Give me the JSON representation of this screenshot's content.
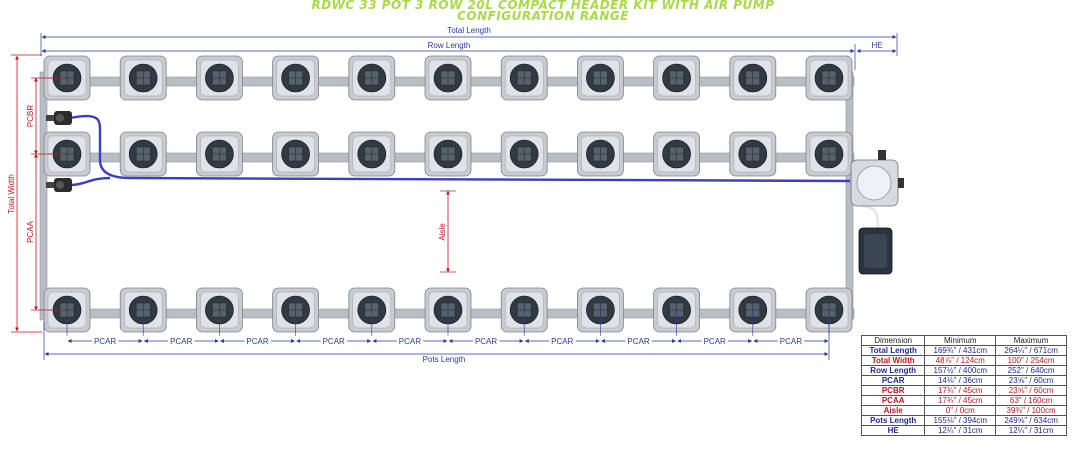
{
  "title": {
    "line1": "RDWC 33 POT 3 ROW 20L COMPACT HEADER KIT WITH AIR PUMP",
    "line2": "CONFIGURATION RANGE"
  },
  "labels": {
    "total_length": "Total Length",
    "row_length": "Row Length",
    "he": "HE",
    "pcbr": "PCBR",
    "total_width": "Total Width",
    "pcaa": "PCAA",
    "aisle": "Aisle",
    "pcar": "PCAR",
    "pots_length": "Pots Length"
  },
  "layout": {
    "rows": 3,
    "pots_per_row": 11,
    "pcar_count": 10
  },
  "colors": {
    "title": "#a8d94a",
    "dimension_line": "#2a3a9c",
    "width_dimension": "#c0171e",
    "tube": "#3a3fbf",
    "pipe": "#b9bec4",
    "pot_body": "#c8ccd2",
    "pot_lid": "#2f3a44"
  },
  "table": {
    "headers": [
      "Dimension",
      "Minimum",
      "Maximum"
    ],
    "rows": [
      {
        "name": "Total Length",
        "min": "169¾\" / 431cm",
        "max": "264¼\" / 671cm",
        "color": "#1f2b8f"
      },
      {
        "name": "Total Width",
        "min": "48⅞\" / 124cm",
        "max": "100\" / 254cm",
        "color": "#c0171e"
      },
      {
        "name": "Row Length",
        "min": "157½\" / 400cm",
        "max": "252\" / 640cm",
        "color": "#1f2b8f"
      },
      {
        "name": "PCAR",
        "min": "14⅛\" / 36cm",
        "max": "23⅝\" / 60cm",
        "color": "#1f2b8f"
      },
      {
        "name": "PCBR",
        "min": "17¾\" / 45cm",
        "max": "23⅝\" / 60cm",
        "color": "#c0171e"
      },
      {
        "name": "PCAA",
        "min": "17¾\" / 45cm",
        "max": "63\" / 160cm",
        "color": "#c0171e"
      },
      {
        "name": "Aisle",
        "min": "0\" / 0cm",
        "max": "39⅜\" / 100cm",
        "color": "#c0171e"
      },
      {
        "name": "Pots Length",
        "min": "155⅛\" / 394cm",
        "max": "249⅝\" / 634cm",
        "color": "#1f2b8f"
      },
      {
        "name": "HE",
        "min": "12¼\" / 31cm",
        "max": "12¼\" / 31cm",
        "color": "#1f2b8f"
      }
    ]
  }
}
